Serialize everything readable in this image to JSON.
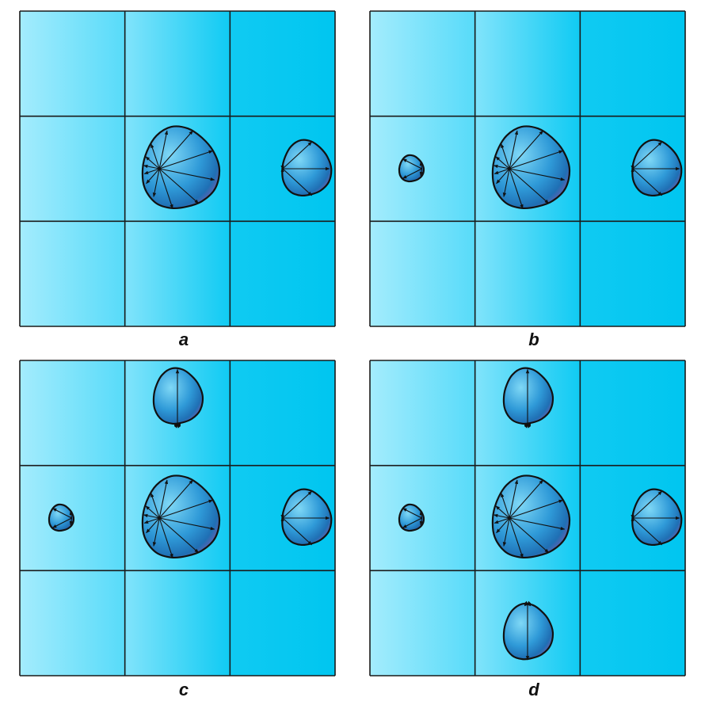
{
  "colors": {
    "grid_light": "#a4ecfd",
    "grid_mid": "#2ed4f6",
    "grid_dark": "#00c6f0",
    "grid_line": "#1a1a1a",
    "bubble_light": "#7fd8f6",
    "bubble_mid": "#2f9ad8",
    "bubble_dark": "#1f6fb4",
    "bubble_tint": "#8a6fb8",
    "arrow": "#111111"
  },
  "panels": [
    {
      "label": "a",
      "bubbles": [
        {
          "cell": "center",
          "size": "large",
          "origin": "left",
          "arrows": 12
        },
        {
          "cell": "right",
          "size": "medium",
          "origin": "left",
          "arrows": 5
        }
      ]
    },
    {
      "label": "b",
      "bubbles": [
        {
          "cell": "left",
          "size": "small",
          "origin": "right",
          "arrows": 4
        },
        {
          "cell": "center",
          "size": "large",
          "origin": "left",
          "arrows": 12
        },
        {
          "cell": "right",
          "size": "medium",
          "origin": "left",
          "arrows": 5
        }
      ]
    },
    {
      "label": "c",
      "bubbles": [
        {
          "cell": "top",
          "size": "medium",
          "origin": "bottom",
          "arrows": 5
        },
        {
          "cell": "left",
          "size": "small",
          "origin": "right",
          "arrows": 4
        },
        {
          "cell": "center",
          "size": "large",
          "origin": "left",
          "arrows": 12
        },
        {
          "cell": "right",
          "size": "medium",
          "origin": "left",
          "arrows": 5
        }
      ]
    },
    {
      "label": "d",
      "bubbles": [
        {
          "cell": "top",
          "size": "medium",
          "origin": "bottom",
          "arrows": 5
        },
        {
          "cell": "left",
          "size": "small",
          "origin": "right",
          "arrows": 4
        },
        {
          "cell": "center",
          "size": "large",
          "origin": "left",
          "arrows": 12
        },
        {
          "cell": "right",
          "size": "medium",
          "origin": "left",
          "arrows": 5
        },
        {
          "cell": "bottom",
          "size": "medium",
          "origin": "top",
          "arrows": 5
        }
      ]
    }
  ]
}
